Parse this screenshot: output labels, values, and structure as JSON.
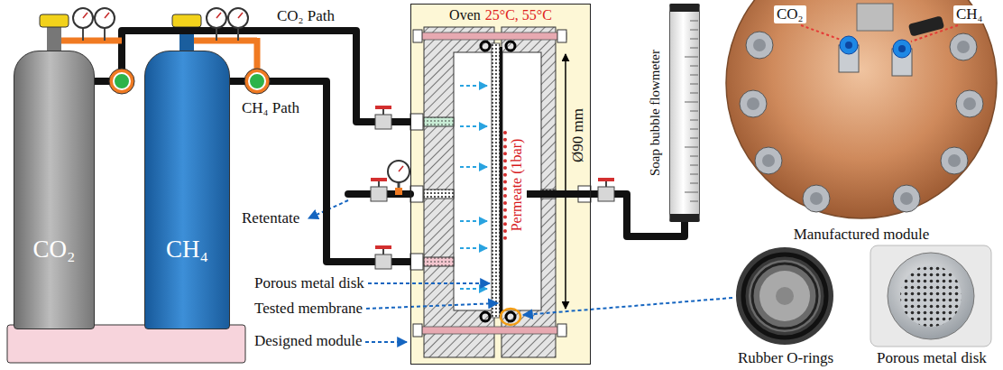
{
  "diagram": {
    "nodes": [
      {
        "text": [
          "CO₂"
        ]
      },
      {
        "text": [
          "CH₄"
        ]
      },
      {
        "text": [
          "Oven",
          "25°C, 55°C"
        ]
      },
      {
        "text": [
          "Permeate (1bar)"
        ],
        "in": 2
      },
      {
        "text": [
          "Soap bubble flowmeter"
        ]
      }
    ],
    "edges": [
      {
        "from": 0,
        "to": 2,
        "arrow": "none",
        "label": "CO₂ Path"
      },
      {
        "from": 1,
        "to": 2,
        "arrow": "none",
        "label": "CH₄ Path"
      },
      {
        "from": 3,
        "to": 4,
        "arrow": "none"
      }
    ],
    "labels": [
      "Ø90 mm",
      "Retentate",
      "Porous metal disk",
      "Tested membrane",
      "Designed module",
      "CO₂",
      "CH₄",
      "Manufactured module",
      "Rubber O-rings",
      "Porous metal disk"
    ]
  }
}
